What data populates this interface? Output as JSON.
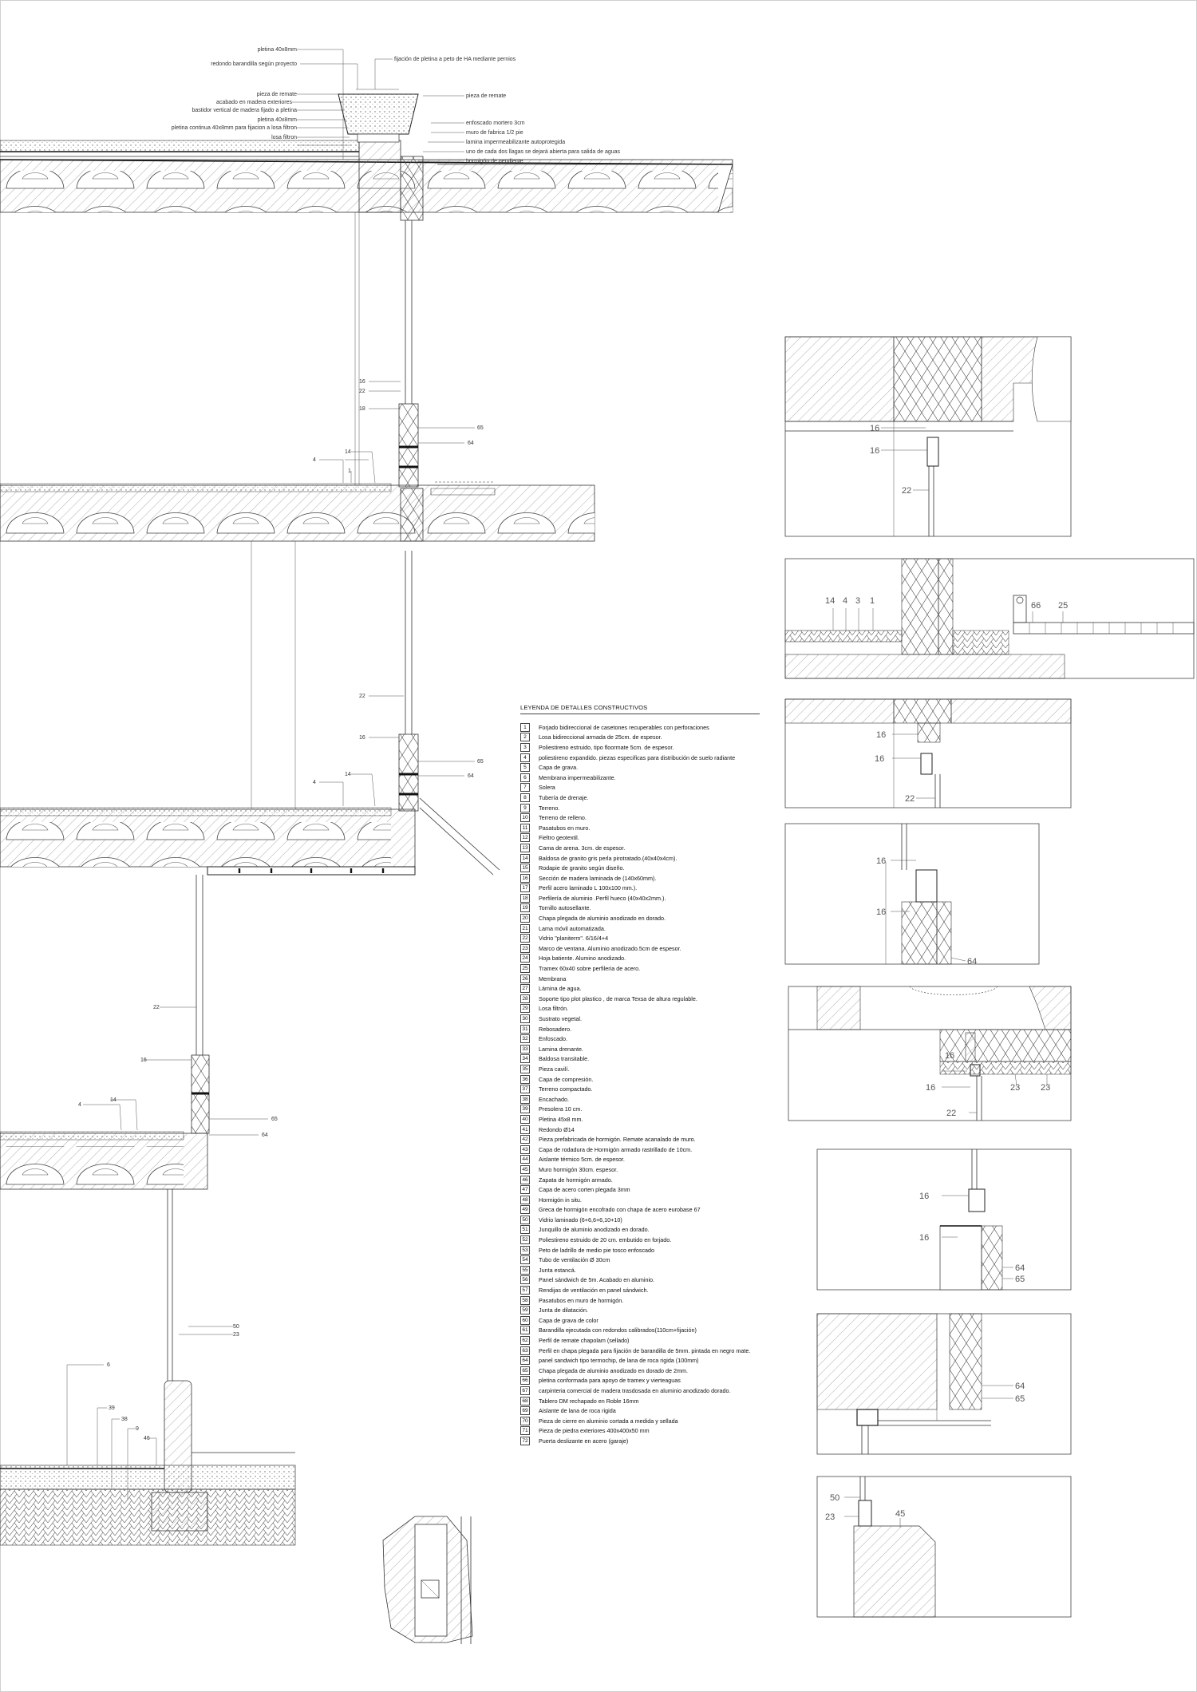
{
  "legend": {
    "title": "LEYENDA DE DETALLES CONSTRUCTIVOS",
    "items": [
      {
        "n": "1",
        "t": "Forjado bidireccional de casetones recuperables con perforaciones"
      },
      {
        "n": "2",
        "t": "Losa bidireccional armada de 25cm. de espesor."
      },
      {
        "n": "3",
        "t": "Poliestireno estruido, tipo floormate 5cm. de espesor."
      },
      {
        "n": "4",
        "t": "poliestireno expandido. piezas especificas para distribución de suelo radiante"
      },
      {
        "n": "5",
        "t": "Capa de grava."
      },
      {
        "n": "6",
        "t": "Membrana impermeabilizante."
      },
      {
        "n": "7",
        "t": "Solera"
      },
      {
        "n": "8",
        "t": "Tubería de drenaje."
      },
      {
        "n": "9",
        "t": "Terreno."
      },
      {
        "n": "10",
        "t": "Terreno de relleno."
      },
      {
        "n": "11",
        "t": "Pasatubos en muro."
      },
      {
        "n": "12",
        "t": "Fieltro geotextil."
      },
      {
        "n": "13",
        "t": "Cama de arena. 3cm. de espesor."
      },
      {
        "n": "14",
        "t": "Baldosa de granito gris perla pirotratado.(40x40x4cm)."
      },
      {
        "n": "15",
        "t": "Rodapie de granito según diseño."
      },
      {
        "n": "16",
        "t": "Sección de madera laminada de (140x60mm)."
      },
      {
        "n": "17",
        "t": "Perfil acero laminado L 100x100 mm.)."
      },
      {
        "n": "18",
        "t": "Perfilería de aluminio .Perfil hueco (40x40x2mm.)."
      },
      {
        "n": "19",
        "t": "Tornillo autosellante."
      },
      {
        "n": "20",
        "t": "Chapa plegada de aluminio anodizado en dorado."
      },
      {
        "n": "21",
        "t": "Lama móvil automatizada."
      },
      {
        "n": "22",
        "t": "Vidrio \"planiterm\". 6/16/4+4"
      },
      {
        "n": "23",
        "t": "Marco de ventana. Aluminio anodizado.5cm de espesor."
      },
      {
        "n": "24",
        "t": "Hoja batiente. Alumino anodizado."
      },
      {
        "n": "25",
        "t": "Tramex 60x40 sobre perfileria de acero."
      },
      {
        "n": "26",
        "t": "Membrana"
      },
      {
        "n": "27",
        "t": "Lámina de agua."
      },
      {
        "n": "28",
        "t": "Soporte tipo plot plastico , de marca Texsa de altura regulable."
      },
      {
        "n": "29",
        "t": "Losa filtrón."
      },
      {
        "n": "30",
        "t": "Sustrato vegetal."
      },
      {
        "n": "31",
        "t": "Rebosadero."
      },
      {
        "n": "32",
        "t": "Enfoscado."
      },
      {
        "n": "33",
        "t": "Lamina drenante."
      },
      {
        "n": "34",
        "t": "Baldosa transitable."
      },
      {
        "n": "35",
        "t": "Pieza cavilí."
      },
      {
        "n": "36",
        "t": "Capa de compresión."
      },
      {
        "n": "37",
        "t": "Terreno compactado."
      },
      {
        "n": "38",
        "t": "Encachado."
      },
      {
        "n": "39",
        "t": "Presolera 10 cm."
      },
      {
        "n": "40",
        "t": "Pletina 45x8 mm."
      },
      {
        "n": "41",
        "t": "Redondo Ø14"
      },
      {
        "n": "42",
        "t": "Pieza prefabricada de hormigón. Remate acanalado de muro."
      },
      {
        "n": "43",
        "t": "Capa de rodadura de Hormigón armado rastrillado de 10cm."
      },
      {
        "n": "44",
        "t": "Aislante térmico 5cm. de espesor."
      },
      {
        "n": "45",
        "t": "Muro hormigón 30cm. espesor."
      },
      {
        "n": "46",
        "t": "Zapata de hormigón armado."
      },
      {
        "n": "47",
        "t": "Capa de acero corten plegada 3mm"
      },
      {
        "n": "48",
        "t": "Hormigón in situ."
      },
      {
        "n": "49",
        "t": "Greca de hormigón encofrado con chapa de acero eurobase 67"
      },
      {
        "n": "50",
        "t": "Vidrio laminado (6+6,6+6,10+10)"
      },
      {
        "n": "51",
        "t": "Junquillo de aluminio anodizado en dorado."
      },
      {
        "n": "52",
        "t": "Poliestireno estruido de 20 cm. embutido en forjado."
      },
      {
        "n": "53",
        "t": "Peto de ladrillo de medio pie tosco enfoscado"
      },
      {
        "n": "54",
        "t": "Tubo de ventilación Ø 30cm"
      },
      {
        "n": "55",
        "t": "Junta estancá."
      },
      {
        "n": "56",
        "t": "Panel sándwich de 5m. Acabado en aluminio."
      },
      {
        "n": "57",
        "t": "Rendijas de ventilación en panel sándwich."
      },
      {
        "n": "58",
        "t": "Pasatubos en muro de hormigón."
      },
      {
        "n": "59",
        "t": "Junta de dilatación."
      },
      {
        "n": "60",
        "t": "Capa de grava de color"
      },
      {
        "n": "61",
        "t": "Barandilla ejecutada con redondos calibrados(110cm+fijación)"
      },
      {
        "n": "62",
        "t": "Perfil de remate chapolam (sellado)"
      },
      {
        "n": "63",
        "t": "Perfil en chapa plegada para fijación de barandilla de 5mm. pintada en negro mate."
      },
      {
        "n": "64",
        "t": "panel sandwich tipo termochip, de lana de roca rigida (100mm)"
      },
      {
        "n": "65",
        "t": "Chapa plegada de aluminio anodizado en dorado de 2mm."
      },
      {
        "n": "66",
        "t": "pletina conformada para apoyo de tramex y vierteaguas"
      },
      {
        "n": "67",
        "t": "carpinteria comercial de madera trasdosada en aluminio anodizado dorado."
      },
      {
        "n": "68",
        "t": "Tablero DM rechapado en Roble 16mm"
      },
      {
        "n": "69",
        "t": "Aislante de lana de roca rigida"
      },
      {
        "n": "70",
        "t": "Pieza de cierre en aluminio cortada a medida y sellada"
      },
      {
        "n": "71",
        "t": "Pieza de piedra exteriores 400x400x50 mm"
      },
      {
        "n": "72",
        "t": "Puerta deslizante en acero (garaje)"
      }
    ]
  },
  "annotations": {
    "pletina_top": "pletina 40x8mm",
    "redondo": "redondo barandilla según proyecto",
    "fijacion": "fijación de pletina a peto de HA mediante pernios",
    "pieza_remate_left": "pieza de remate",
    "pieza_remate_right": "pieza de remate",
    "acabado": "acabado en madera exteriores",
    "bastidor": "bastidor vertical de madera fijado a pletina",
    "pletina_mid": "pletina 40x8mm",
    "pletina_continua": "pletina continua 40x8mm para fijacion a losa filtron",
    "losa_filtron": "losa filtron",
    "enfoscado": "enfoscado mortero 3cm",
    "muro_fabrica": "muro de fabrica 1/2 pie",
    "lamina": "lamina impermeabilizante autoprotegida",
    "uno_cada": "uno de cada dos llagas se dejará abierta para salida de aguas",
    "hormigon": "hormigón de pendiente"
  },
  "labels": {
    "s16": "16",
    "s18": "18",
    "s22": "22",
    "s14": "14",
    "s4": "4",
    "s1": "1",
    "s65": "65",
    "s64": "64",
    "s50": "50",
    "s23": "23",
    "s6": "6",
    "s39": "39",
    "s38": "38",
    "s9": "9",
    "s46": "46",
    "s3": "3",
    "s66": "66",
    "s25": "25",
    "s45": "45"
  },
  "colors": {
    "line": "#333333",
    "hatch": "#777777",
    "paper": "#ffffff"
  }
}
